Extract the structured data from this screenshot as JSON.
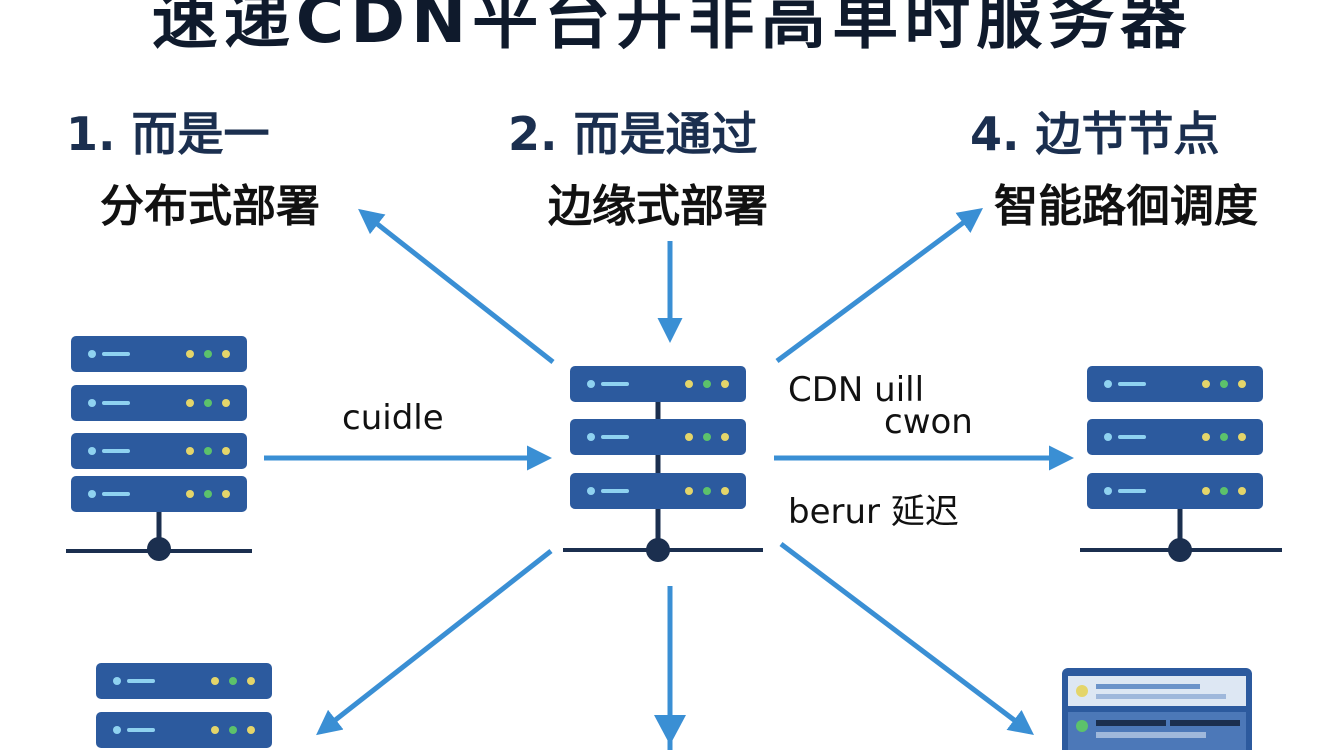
{
  "title": "速递CDN平台开非高单时服务器",
  "steps": [
    {
      "heading": "1. 而是一",
      "sub": "分布式部署"
    },
    {
      "heading": "2. 而是通过",
      "sub": "边缘式部署"
    },
    {
      "heading": "4. 边节节点",
      "sub": "智能路徊调度"
    }
  ],
  "edge_labels": {
    "left_to_center": "cuidle",
    "center_to_right_line1": "CDN uill",
    "center_to_right_line2": "cwon",
    "center_to_right_below": "berur 延迟"
  },
  "colors": {
    "server_blue": "#2c5a9e",
    "arrow_blue": "#3a8fd4",
    "dark_navy": "#1b2f4f",
    "led_yellow": "#e4d56a",
    "led_green": "#5cc26b",
    "led_cyan": "#8fd2f0"
  },
  "icons": [
    "server-rack-icon",
    "arrow-icon",
    "browser-window-icon"
  ]
}
